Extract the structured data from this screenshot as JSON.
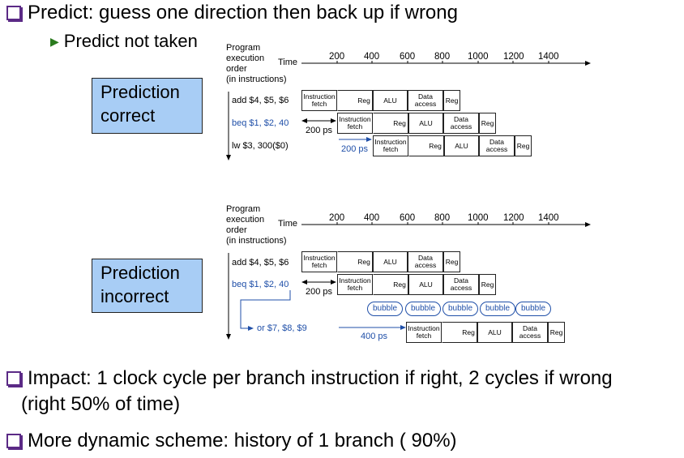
{
  "bullets": {
    "b1": "Predict: guess one direction then back up if wrong",
    "sub1": "Predict not taken",
    "b2": "Impact: 1 clock cycle per branch instruction if right, 2 cycles if wrong",
    "b2b": "(right  50% of time)",
    "b3": "More dynamic scheme: history of 1 branch ( 90%)"
  },
  "labels": {
    "correct_l1": "Prediction",
    "correct_l2": "correct",
    "incorrect_l1": "Prediction",
    "incorrect_l2": "incorrect"
  },
  "diagram": {
    "order_l1": "Program",
    "order_l2": "execution",
    "order_l3": "order",
    "order_l4": "(in instructions)",
    "time": "Time",
    "ticks": [
      "200",
      "400",
      "600",
      "800",
      "1000",
      "1200",
      "1400"
    ],
    "stages": {
      "fetch_l1": "Instruction",
      "fetch_l2": "fetch",
      "reg": "Reg",
      "alu": "ALU",
      "data_l1": "Data",
      "data_l2": "access"
    },
    "top": {
      "instr1": "add $4, $5, $6",
      "instr2": "beq $1, $2, 40",
      "instr3": "lw  $3, 300($0)",
      "delay1": "200 ps",
      "delay2": "200 ps"
    },
    "bottom": {
      "instr1": "add $4, $5, $6",
      "instr2": "beq $1, $2, 40",
      "instr3": "or $7, $8, $9",
      "delay1": "200 ps",
      "delay2": "400 ps",
      "bubble": "bubble"
    }
  }
}
